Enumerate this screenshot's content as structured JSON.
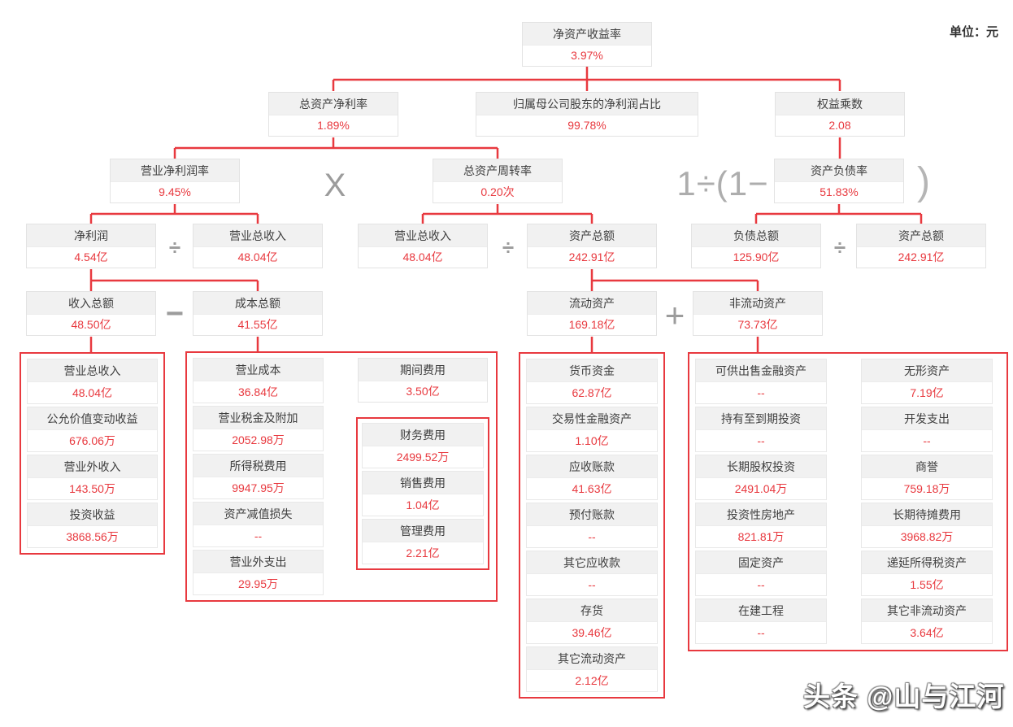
{
  "meta": {
    "unit_label": "单位：元",
    "watermark": "头条 @山与江河"
  },
  "colors": {
    "value_red": "#e8393f",
    "connector_red": "#e8393f",
    "group_border_red": "#e8393f",
    "label_bg_gray": "#f1f1f1",
    "label_text": "#3e3e3e",
    "operator_gray": "#9c9c9c",
    "box_border": "#e3e3e3"
  },
  "nodes": {
    "roe": {
      "label": "净资产收益率",
      "value": "3.97%"
    },
    "total_asset_net_margin": {
      "label": "总资产净利率",
      "value": "1.89%"
    },
    "parent_net_profit_ratio": {
      "label": "归属母公司股东的净利润占比",
      "value": "99.78%"
    },
    "equity_multiplier": {
      "label": "权益乘数",
      "value": "2.08"
    },
    "operating_net_margin": {
      "label": "营业净利润率",
      "value": "9.45%"
    },
    "asset_turnover": {
      "label": "总资产周转率",
      "value": "0.20次"
    },
    "debt_asset_ratio": {
      "label": "资产负债率",
      "value": "51.83%"
    },
    "net_profit": {
      "label": "净利润",
      "value": "4.54亿"
    },
    "revenue_a": {
      "label": "营业总收入",
      "value": "48.04亿"
    },
    "revenue_b": {
      "label": "营业总收入",
      "value": "48.04亿"
    },
    "assets_a": {
      "label": "资产总额",
      "value": "242.91亿"
    },
    "liabilities": {
      "label": "负债总额",
      "value": "125.90亿"
    },
    "assets_b": {
      "label": "资产总额",
      "value": "242.91亿"
    },
    "income_total": {
      "label": "收入总额",
      "value": "48.50亿"
    },
    "cost_total": {
      "label": "成本总额",
      "value": "41.55亿"
    },
    "current_assets": {
      "label": "流动资产",
      "value": "169.18亿"
    },
    "noncurrent_assets": {
      "label": "非流动资产",
      "value": "73.73亿"
    },
    "period_expense": {
      "label": "期间费用",
      "value": "3.50亿"
    }
  },
  "operators": {
    "multiply": "X",
    "divide": "÷",
    "minus": "−",
    "plus": "+",
    "one_div_open": "1÷(1−",
    "close_paren": ")"
  },
  "groups": {
    "income_items": [
      {
        "label": "营业总收入",
        "value": "48.04亿"
      },
      {
        "label": "公允价值变动收益",
        "value": "676.06万"
      },
      {
        "label": "营业外收入",
        "value": "143.50万"
      },
      {
        "label": "投资收益",
        "value": "3868.56万"
      }
    ],
    "cost_items": [
      {
        "label": "营业成本",
        "value": "36.84亿"
      },
      {
        "label": "营业税金及附加",
        "value": "2052.98万"
      },
      {
        "label": "所得税费用",
        "value": "9947.95万"
      },
      {
        "label": "资产减值损失",
        "value": "--"
      },
      {
        "label": "营业外支出",
        "value": "29.95万"
      }
    ],
    "period_expense_items": [
      {
        "label": "财务费用",
        "value": "2499.52万"
      },
      {
        "label": "销售费用",
        "value": "1.04亿"
      },
      {
        "label": "管理费用",
        "value": "2.21亿"
      }
    ],
    "current_asset_items": [
      {
        "label": "货币资金",
        "value": "62.87亿"
      },
      {
        "label": "交易性金融资产",
        "value": "1.10亿"
      },
      {
        "label": "应收账款",
        "value": "41.63亿"
      },
      {
        "label": "预付账款",
        "value": "--"
      },
      {
        "label": "其它应收款",
        "value": "--"
      },
      {
        "label": "存货",
        "value": "39.46亿"
      },
      {
        "label": "其它流动资产",
        "value": "2.12亿"
      }
    ],
    "noncurrent_left_items": [
      {
        "label": "可供出售金融资产",
        "value": "--"
      },
      {
        "label": "持有至到期投资",
        "value": "--"
      },
      {
        "label": "长期股权投资",
        "value": "2491.04万"
      },
      {
        "label": "投资性房地产",
        "value": "821.81万"
      },
      {
        "label": "固定资产",
        "value": "--"
      },
      {
        "label": "在建工程",
        "value": "--"
      }
    ],
    "noncurrent_right_items": [
      {
        "label": "无形资产",
        "value": "7.19亿"
      },
      {
        "label": "开发支出",
        "value": "--"
      },
      {
        "label": "商誉",
        "value": "759.18万"
      },
      {
        "label": "长期待摊费用",
        "value": "3968.82万"
      },
      {
        "label": "递延所得税资产",
        "value": "1.55亿"
      },
      {
        "label": "其它非流动资产",
        "value": "3.64亿"
      }
    ]
  }
}
